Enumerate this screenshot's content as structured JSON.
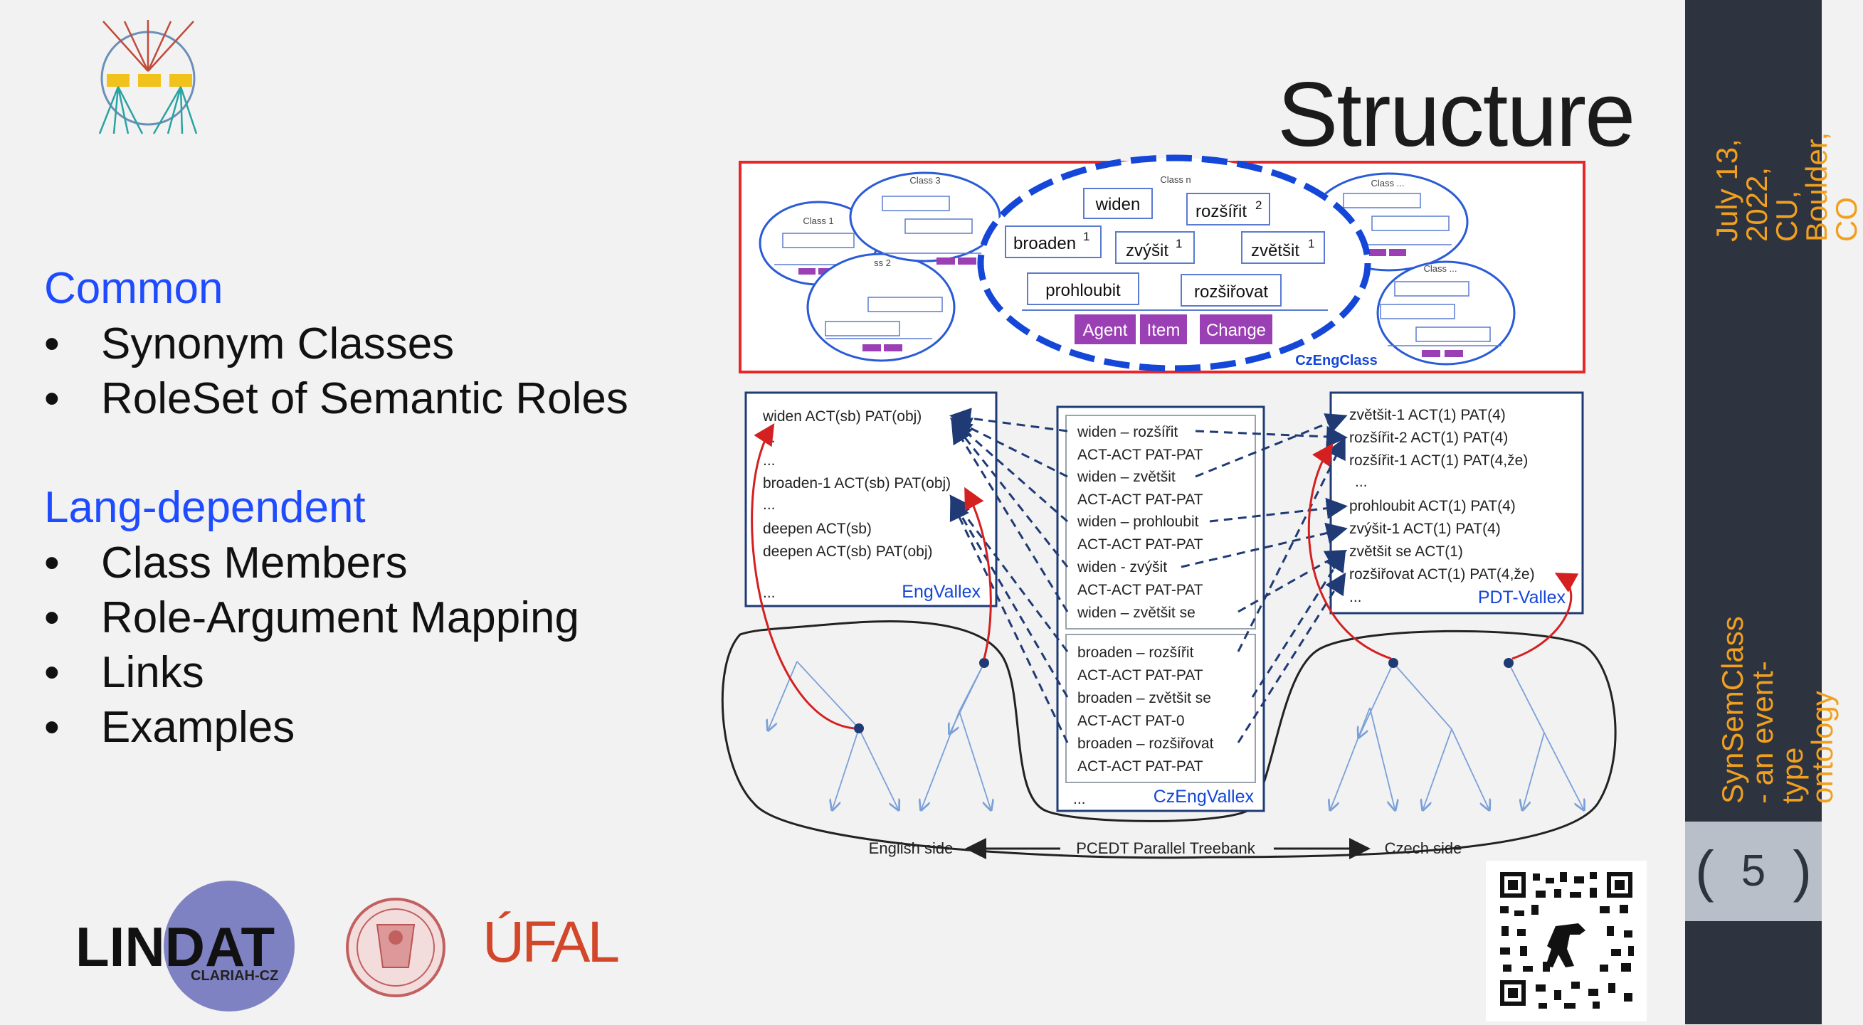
{
  "slide": {
    "title": "Structure",
    "sidebar_top": "July 13, 2022,\nCU, Boulder,\nCO",
    "sidebar_bottom": "SynSemClass - an event-type\nontology",
    "page_number": "5",
    "accent_color": "#f0a01e",
    "sidebar_color": "#2e3340"
  },
  "left": {
    "common_heading": "Common",
    "common_items": [
      "Synonym Classes",
      "RoleSet of Semantic Roles"
    ],
    "lang_heading": "Lang-dependent",
    "lang_items": [
      "Class Members",
      "Role-Argument Mapping",
      "Links",
      "Examples"
    ],
    "bullet_char": "•"
  },
  "logos": {
    "lindat": "LINDAT",
    "lindat_sub": "CLARIAH-CZ",
    "ufal": "ÚFAL"
  },
  "diagram": {
    "classes": {
      "class1": "Class 1",
      "class2": "ss 2",
      "class3": "Class 3",
      "classn": "Class n",
      "classdots1": "Class ...",
      "classdots2": "Class ...",
      "czengclass": "CzEngClass",
      "words": {
        "widen": "widen",
        "rozsirit": "rozšířit",
        "rozsirit_sup": "2",
        "broaden": "broaden",
        "broaden_sup": "1",
        "zvysit": "zvýšit",
        "zvysit_sup": "1",
        "zvetsit": "zvětšit",
        "zvetsit_sup": "1",
        "prohloubit": "prohloubit",
        "rozsirovat": "rozšiřovat"
      },
      "roles": [
        "Agent",
        "Item",
        "Change"
      ]
    },
    "engvallex": {
      "label": "EngVallex",
      "lines": [
        "widen ACT(sb) PAT(obj)",
        "...",
        "...",
        "broaden-1 ACT(sb) PAT(obj)",
        "...",
        "deepen ACT(sb)",
        "deepen ACT(sb) PAT(obj)",
        "..."
      ]
    },
    "czengvallex": {
      "label": "CzEngVallex",
      "group1": [
        "widen – rozšířit",
        "ACT-ACT PAT-PAT",
        "widen – zvětšit",
        "ACT-ACT PAT-PAT",
        "widen – prohloubit",
        "ACT-ACT PAT-PAT",
        "widen - zvýšit",
        "ACT-ACT PAT-PAT",
        "widen – zvětšit se"
      ],
      "group2": [
        "broaden – rozšířit",
        "ACT-ACT PAT-PAT",
        "broaden – zvětšit se",
        "ACT-ACT PAT-0",
        "broaden – rozšiřovat",
        "ACT-ACT PAT-PAT"
      ],
      "dots": "..."
    },
    "pdtvallex": {
      "label": "PDT-Vallex",
      "lines": [
        "zvětšit-1 ACT(1) PAT(4)",
        "rozšířit-2 ACT(1) PAT(4)",
        "rozšířit-1 ACT(1) PAT(4,že)",
        "...",
        "prohloubit ACT(1) PAT(4)",
        "zvýšit-1 ACT(1) PAT(4)",
        "zvětšit se ACT(1)",
        "rozšiřovat ACT(1) PAT(4,že)",
        "..."
      ]
    },
    "bottom": {
      "english": "English side",
      "parallel": "PCEDT Parallel Treebank",
      "czech": "Czech side"
    }
  }
}
